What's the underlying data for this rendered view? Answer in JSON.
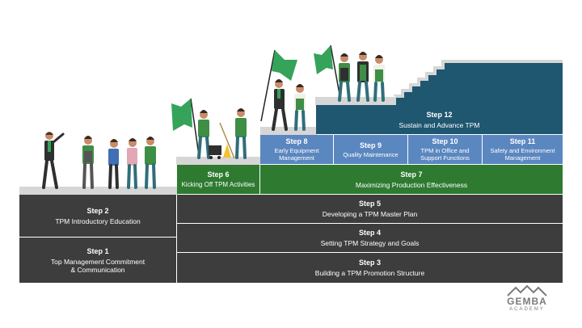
{
  "steps": {
    "s1": {
      "step": "Step 1",
      "desc": "Top Management Commitment",
      "desc2": "& Communication"
    },
    "s2": {
      "step": "Step 2",
      "desc": "TPM Introductory Education"
    },
    "s3": {
      "step": "Step 3",
      "desc": "Building a TPM Promotion Structure"
    },
    "s4": {
      "step": "Step 4",
      "desc": "Setting TPM Strategy and Goals"
    },
    "s5": {
      "step": "Step 5",
      "desc": "Developing a TPM Master Plan"
    },
    "s6": {
      "step": "Step 6",
      "desc": "Kicking Off TPM Activities"
    },
    "s7": {
      "step": "Step 7",
      "desc": "Maximizing Production Effectiveness"
    },
    "s8": {
      "step": "Step 8",
      "desc": "Early Equipment",
      "desc2": "Management"
    },
    "s9": {
      "step": "Step 9",
      "desc": "Quality Maintenance"
    },
    "s10": {
      "step": "Step 10",
      "desc": "TPM in Office and",
      "desc2": "Support Functions"
    },
    "s11": {
      "step": "Step 11",
      "desc": "Safety and Environment",
      "desc2": "Management"
    },
    "s12": {
      "step": "Step 12",
      "desc": "Sustain and Advance TPM"
    }
  },
  "logo": {
    "name": "GEMBA",
    "sub": "ACADEMY"
  },
  "colors": {
    "dark": "#3d3d3d",
    "green": "#2e7a31",
    "blue": "#5b87c0",
    "navy": "#1f5670",
    "flag": "#35a35a",
    "ledge": "#d6d6d6"
  }
}
